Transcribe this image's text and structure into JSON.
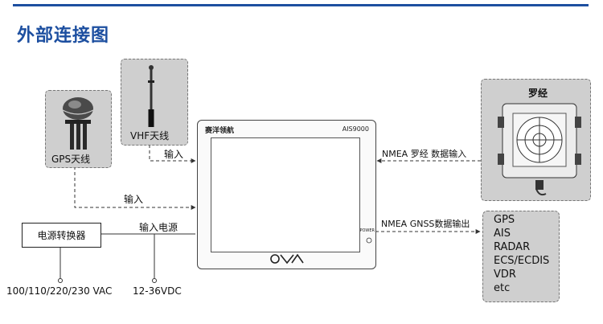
{
  "title": "外部连接图",
  "gps_antenna": {
    "label": "GPS天线"
  },
  "vhf_antenna": {
    "label": "VHF天线"
  },
  "compass": {
    "label": "罗经"
  },
  "converter": {
    "label": "电源转换器"
  },
  "connections": {
    "vhf_input": "输入",
    "gps_input": "输入",
    "power_input": "输入电源",
    "compass_input": "NMEA 罗经 数据输入",
    "gnss_output": "NMEA GNSS数据输出",
    "ac_voltage": "100/110/220/230 VAC",
    "dc_voltage": "12-36VDC"
  },
  "unit": {
    "brand": "赛洋领航",
    "model": "AIS9000",
    "logo": "OVA",
    "power_label": "POWER"
  },
  "outputs": [
    "GPS",
    "AIS",
    "RADAR",
    "ECS/ECDIS",
    "VDR",
    "etc"
  ],
  "colors": {
    "accent": "#1d4fa0",
    "panel": "#cfcfcf",
    "line": "#333333"
  }
}
